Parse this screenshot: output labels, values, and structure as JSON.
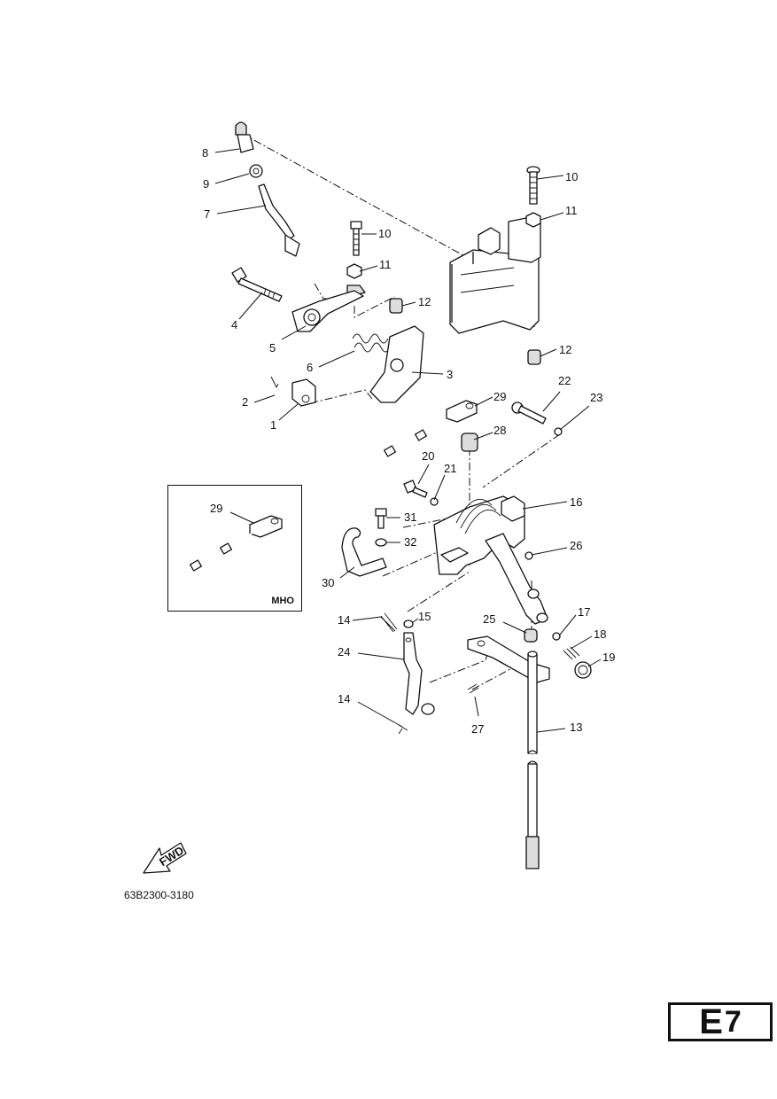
{
  "page_code": "E7",
  "page_letter": "E",
  "page_number": "7",
  "reference_code": "63B2300-3180",
  "fwd_label": "FWD",
  "inset": {
    "model_tag": "MHO",
    "part": "29"
  },
  "callouts": [
    {
      "id": "c8",
      "label": "8"
    },
    {
      "id": "c9",
      "label": "9"
    },
    {
      "id": "c7",
      "label": "7"
    },
    {
      "id": "c10a",
      "label": "10"
    },
    {
      "id": "c11a",
      "label": "11"
    },
    {
      "id": "c4",
      "label": "4"
    },
    {
      "id": "c12a",
      "label": "12"
    },
    {
      "id": "c5",
      "label": "5"
    },
    {
      "id": "c6",
      "label": "6"
    },
    {
      "id": "c3",
      "label": "3"
    },
    {
      "id": "c2",
      "label": "2"
    },
    {
      "id": "c1",
      "label": "1"
    },
    {
      "id": "c10b",
      "label": "10"
    },
    {
      "id": "c11b",
      "label": "11"
    },
    {
      "id": "c12b",
      "label": "12"
    },
    {
      "id": "c22",
      "label": "22"
    },
    {
      "id": "c23",
      "label": "23"
    },
    {
      "id": "c29",
      "label": "29"
    },
    {
      "id": "c28",
      "label": "28"
    },
    {
      "id": "c20",
      "label": "20"
    },
    {
      "id": "c21",
      "label": "21"
    },
    {
      "id": "c16",
      "label": "16"
    },
    {
      "id": "c31",
      "label": "31"
    },
    {
      "id": "c32",
      "label": "32"
    },
    {
      "id": "c26",
      "label": "26"
    },
    {
      "id": "c30",
      "label": "30"
    },
    {
      "id": "c14a",
      "label": "14"
    },
    {
      "id": "c15",
      "label": "15"
    },
    {
      "id": "c25",
      "label": "25"
    },
    {
      "id": "c17",
      "label": "17"
    },
    {
      "id": "c18",
      "label": "18"
    },
    {
      "id": "c24",
      "label": "24"
    },
    {
      "id": "c19",
      "label": "19"
    },
    {
      "id": "c14b",
      "label": "14"
    },
    {
      "id": "c27",
      "label": "27"
    },
    {
      "id": "c13",
      "label": "13"
    }
  ]
}
